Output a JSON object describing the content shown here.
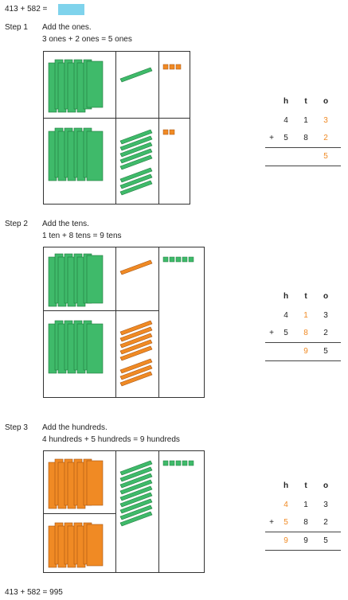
{
  "header": {
    "equation": "413 + 582 ="
  },
  "steps": [
    {
      "label": "Step 1",
      "title": "Add the ones.",
      "sub": "3 ones + 2 ones = 5 ones",
      "table": {
        "headers": [
          "h",
          "t",
          "o"
        ],
        "row1": [
          "4",
          "1",
          "3"
        ],
        "row2": [
          "5",
          "8",
          "2"
        ],
        "plus": "+",
        "result": [
          "",
          "",
          "5"
        ],
        "highlight_col": 2
      }
    },
    {
      "label": "Step 2",
      "title": "Add the tens.",
      "sub": "1 ten + 8 tens = 9 tens",
      "table": {
        "headers": [
          "h",
          "t",
          "o"
        ],
        "row1": [
          "4",
          "1",
          "3"
        ],
        "row2": [
          "5",
          "8",
          "2"
        ],
        "plus": "+",
        "result": [
          "",
          "9",
          "5"
        ],
        "highlight_col": 1
      }
    },
    {
      "label": "Step 3",
      "title": "Add the hundreds.",
      "sub": "4 hundreds + 5 hundreds = 9 hundreds",
      "table": {
        "headers": [
          "h",
          "t",
          "o"
        ],
        "row1": [
          "4",
          "1",
          "3"
        ],
        "row2": [
          "5",
          "8",
          "2"
        ],
        "plus": "+",
        "result": [
          "9",
          "9",
          "5"
        ],
        "highlight_col": 0
      }
    }
  ],
  "footer": {
    "equation": "413 + 582 = 995"
  },
  "colors": {
    "green": "#3fba6a",
    "orange": "#f08a24",
    "answer_box": "#7fd3ec"
  }
}
